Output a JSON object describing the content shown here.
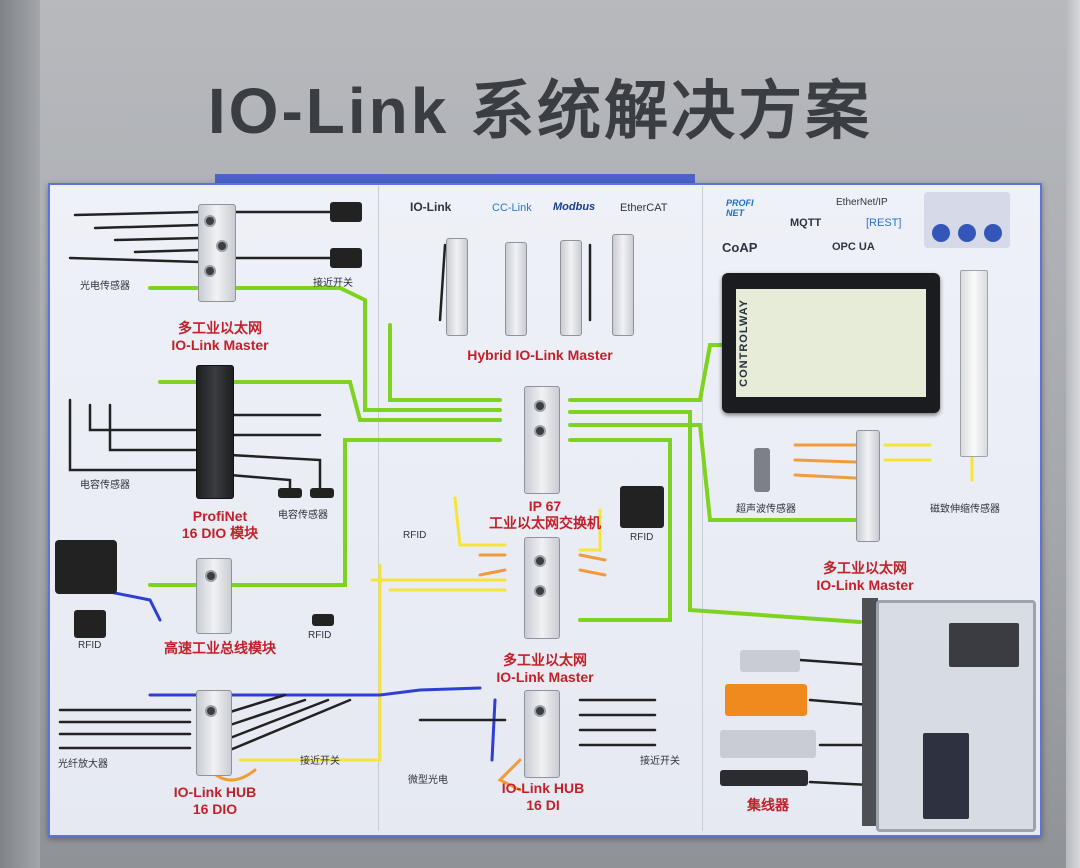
{
  "title": "IO-Link 系统解决方案",
  "protocols": {
    "iolink": "IO-Link",
    "cclink": "CC-Link",
    "modbus": "Modbus",
    "ethercat": "EtherCAT",
    "profinet": "PROFI NET",
    "ethernetip": "EtherNet/IP",
    "mqtt": "MQTT",
    "rest": "[REST]",
    "coap": "CoAP",
    "opcua": "OPC UA"
  },
  "screen_brand": "CONTROLWAY",
  "labels": {
    "photo_sensor": "光电传感器",
    "proximity_top": "接近开关",
    "master_top_line1": "多工业以太网",
    "master_top_line2": "IO-Link Master",
    "hybrid_master": "Hybrid IO-Link Master",
    "capacitive_left": "电容传感器",
    "capacitive_right": "电容传感器",
    "profinet_line1": "ProfiNet",
    "profinet_line2": "16 DIO 模块",
    "ip67_line1": "IP 67",
    "ip67_line2": "工业以太网交换机",
    "rfid_center_left": "RFID",
    "rfid_center_right": "RFID",
    "ultrasonic": "超声波传感器",
    "magnetostrictive": "磁致伸缩传感器",
    "master_right_line1": "多工业以太网",
    "master_right_line2": "IO-Link Master",
    "rfid_left": "RFID",
    "rfid_left2": "RFID",
    "fieldbus": "高速工业总线模块",
    "master_center_line1": "多工业以太网",
    "master_center_line2": "IO-Link Master",
    "fiber_amp": "光纤放大器",
    "proximity_bottom": "接近开关",
    "hub_dio_line1": "IO-Link HUB",
    "hub_dio_line2": "16 DIO",
    "micro_photo": "微型光电",
    "hub_di_line1": "IO-Link HUB",
    "hub_di_line2": "16 DI",
    "proximity_right": "接近开关",
    "collector": "集线器"
  },
  "colors": {
    "wire_green": "#7ed321",
    "wire_yellow": "#f5e53a",
    "wire_orange": "#f39b3a",
    "wire_blue": "#2e3fd6",
    "wire_black": "#222222",
    "label_red": "#c2202b",
    "board_border": "#5d73d8"
  }
}
